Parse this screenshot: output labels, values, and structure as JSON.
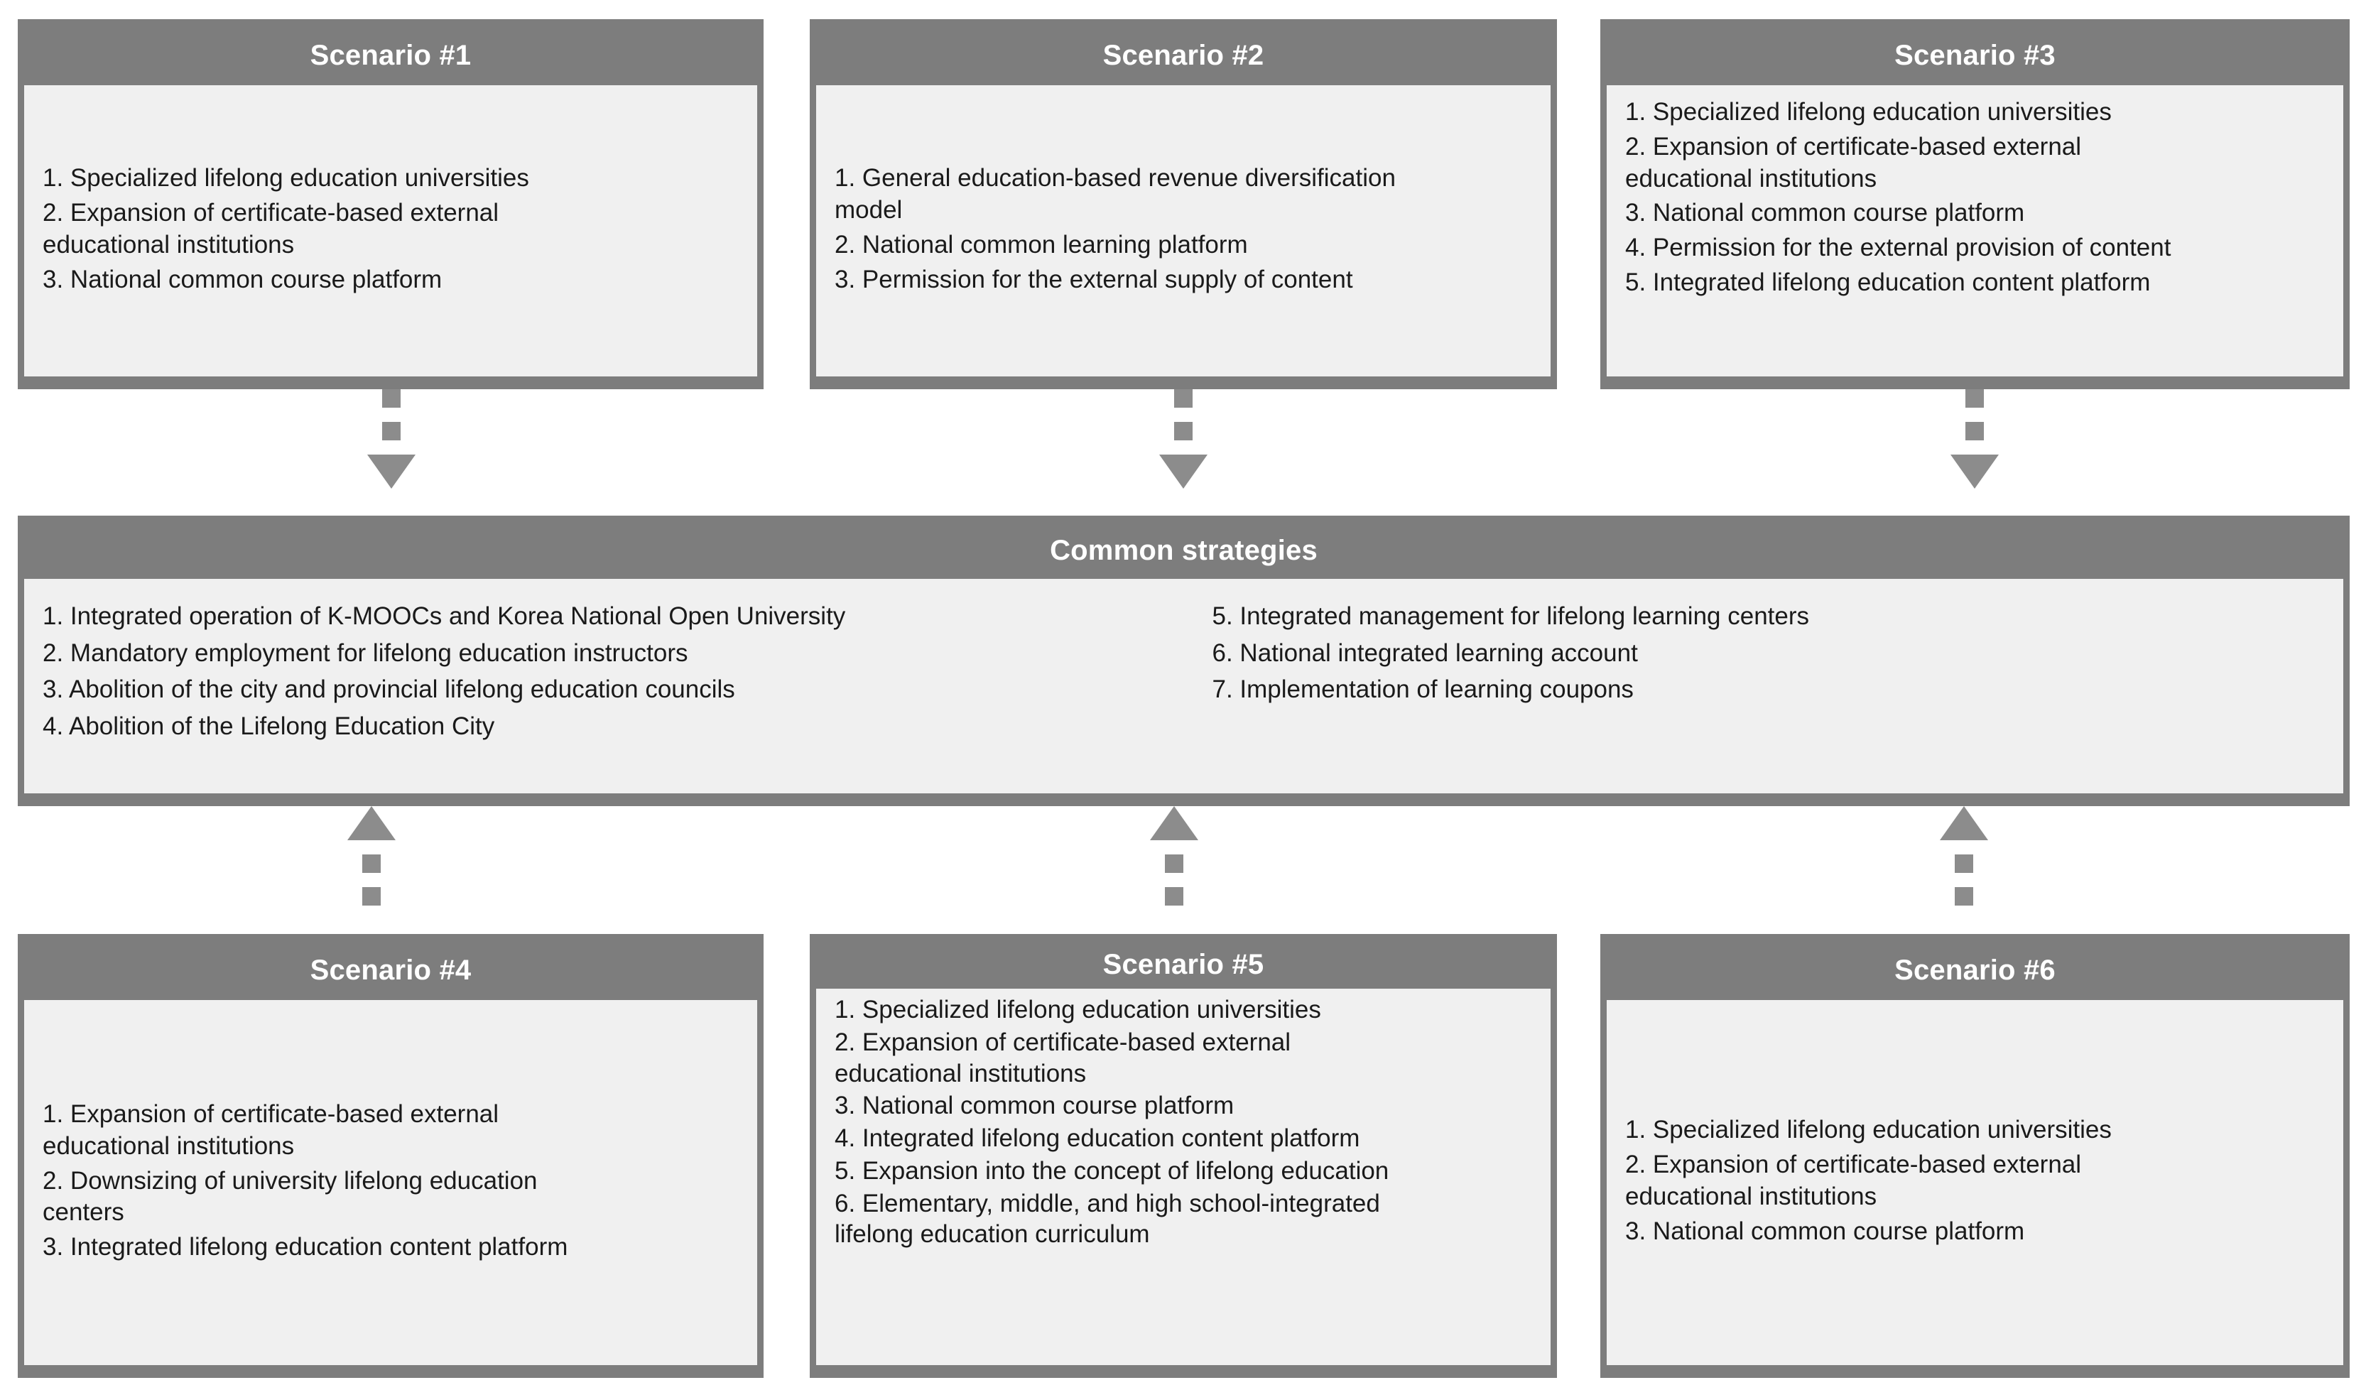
{
  "theme": {
    "header_bg": "#7d7d7d",
    "body_bg": "#f0f0f0",
    "title_color": "#ffffff",
    "text_color": "#1a1a1a",
    "connector_color": "#8c8c8c",
    "page_bg": "#ffffff"
  },
  "scenarios": {
    "s1": {
      "title": "Scenario #1",
      "items": [
        "1. Specialized lifelong education universities",
        "2. Expansion of certificate-based external\neducational institutions",
        "3. National common course platform"
      ]
    },
    "s2": {
      "title": "Scenario #2",
      "items": [
        "1. General education-based revenue diversification\nmodel",
        "2. National common learning platform",
        "3. Permission for the external supply of content"
      ]
    },
    "s3": {
      "title": "Scenario #3",
      "items": [
        "1. Specialized lifelong education universities",
        "2. Expansion of certificate-based external\neducational institutions",
        "3. National common course platform",
        "4. Permission for the external provision of content",
        "5. Integrated lifelong education content platform"
      ]
    },
    "s4": {
      "title": "Scenario #4",
      "items": [
        "1. Expansion of certificate-based external\neducational institutions",
        "2. Downsizing of university lifelong education\ncenters",
        "3. Integrated lifelong education content platform"
      ]
    },
    "s5": {
      "title": "Scenario #5",
      "items": [
        "1. Specialized lifelong education universities",
        "2. Expansion of certificate-based external\neducational institutions",
        "3. National common course platform",
        "4. Integrated lifelong education content platform",
        "5. Expansion into the concept of lifelong education",
        "6. Elementary, middle, and high school-integrated\nlifelong education curriculum"
      ]
    },
    "s6": {
      "title": "Scenario #6",
      "items": [
        "1. Specialized lifelong education universities",
        "2. Expansion of certificate-based external\neducational institutions",
        "3. National common course platform"
      ]
    }
  },
  "common_strategies": {
    "title": "Common strategies",
    "left_column": [
      "1. Integrated operation of K-MOOCs and Korea National Open University",
      "2. Mandatory employment for lifelong education instructors",
      "3. Abolition of the city and provincial lifelong education councils",
      "4. Abolition of the Lifelong Education City"
    ],
    "right_column": [
      "5. Integrated management for lifelong learning centers",
      "6. National integrated learning account",
      "7. Implementation of learning coupons"
    ]
  },
  "connectors": {
    "top_direction": "down",
    "bottom_direction": "up",
    "style": "dashed-with-arrowhead",
    "count_top": 3,
    "count_bottom": 3
  }
}
